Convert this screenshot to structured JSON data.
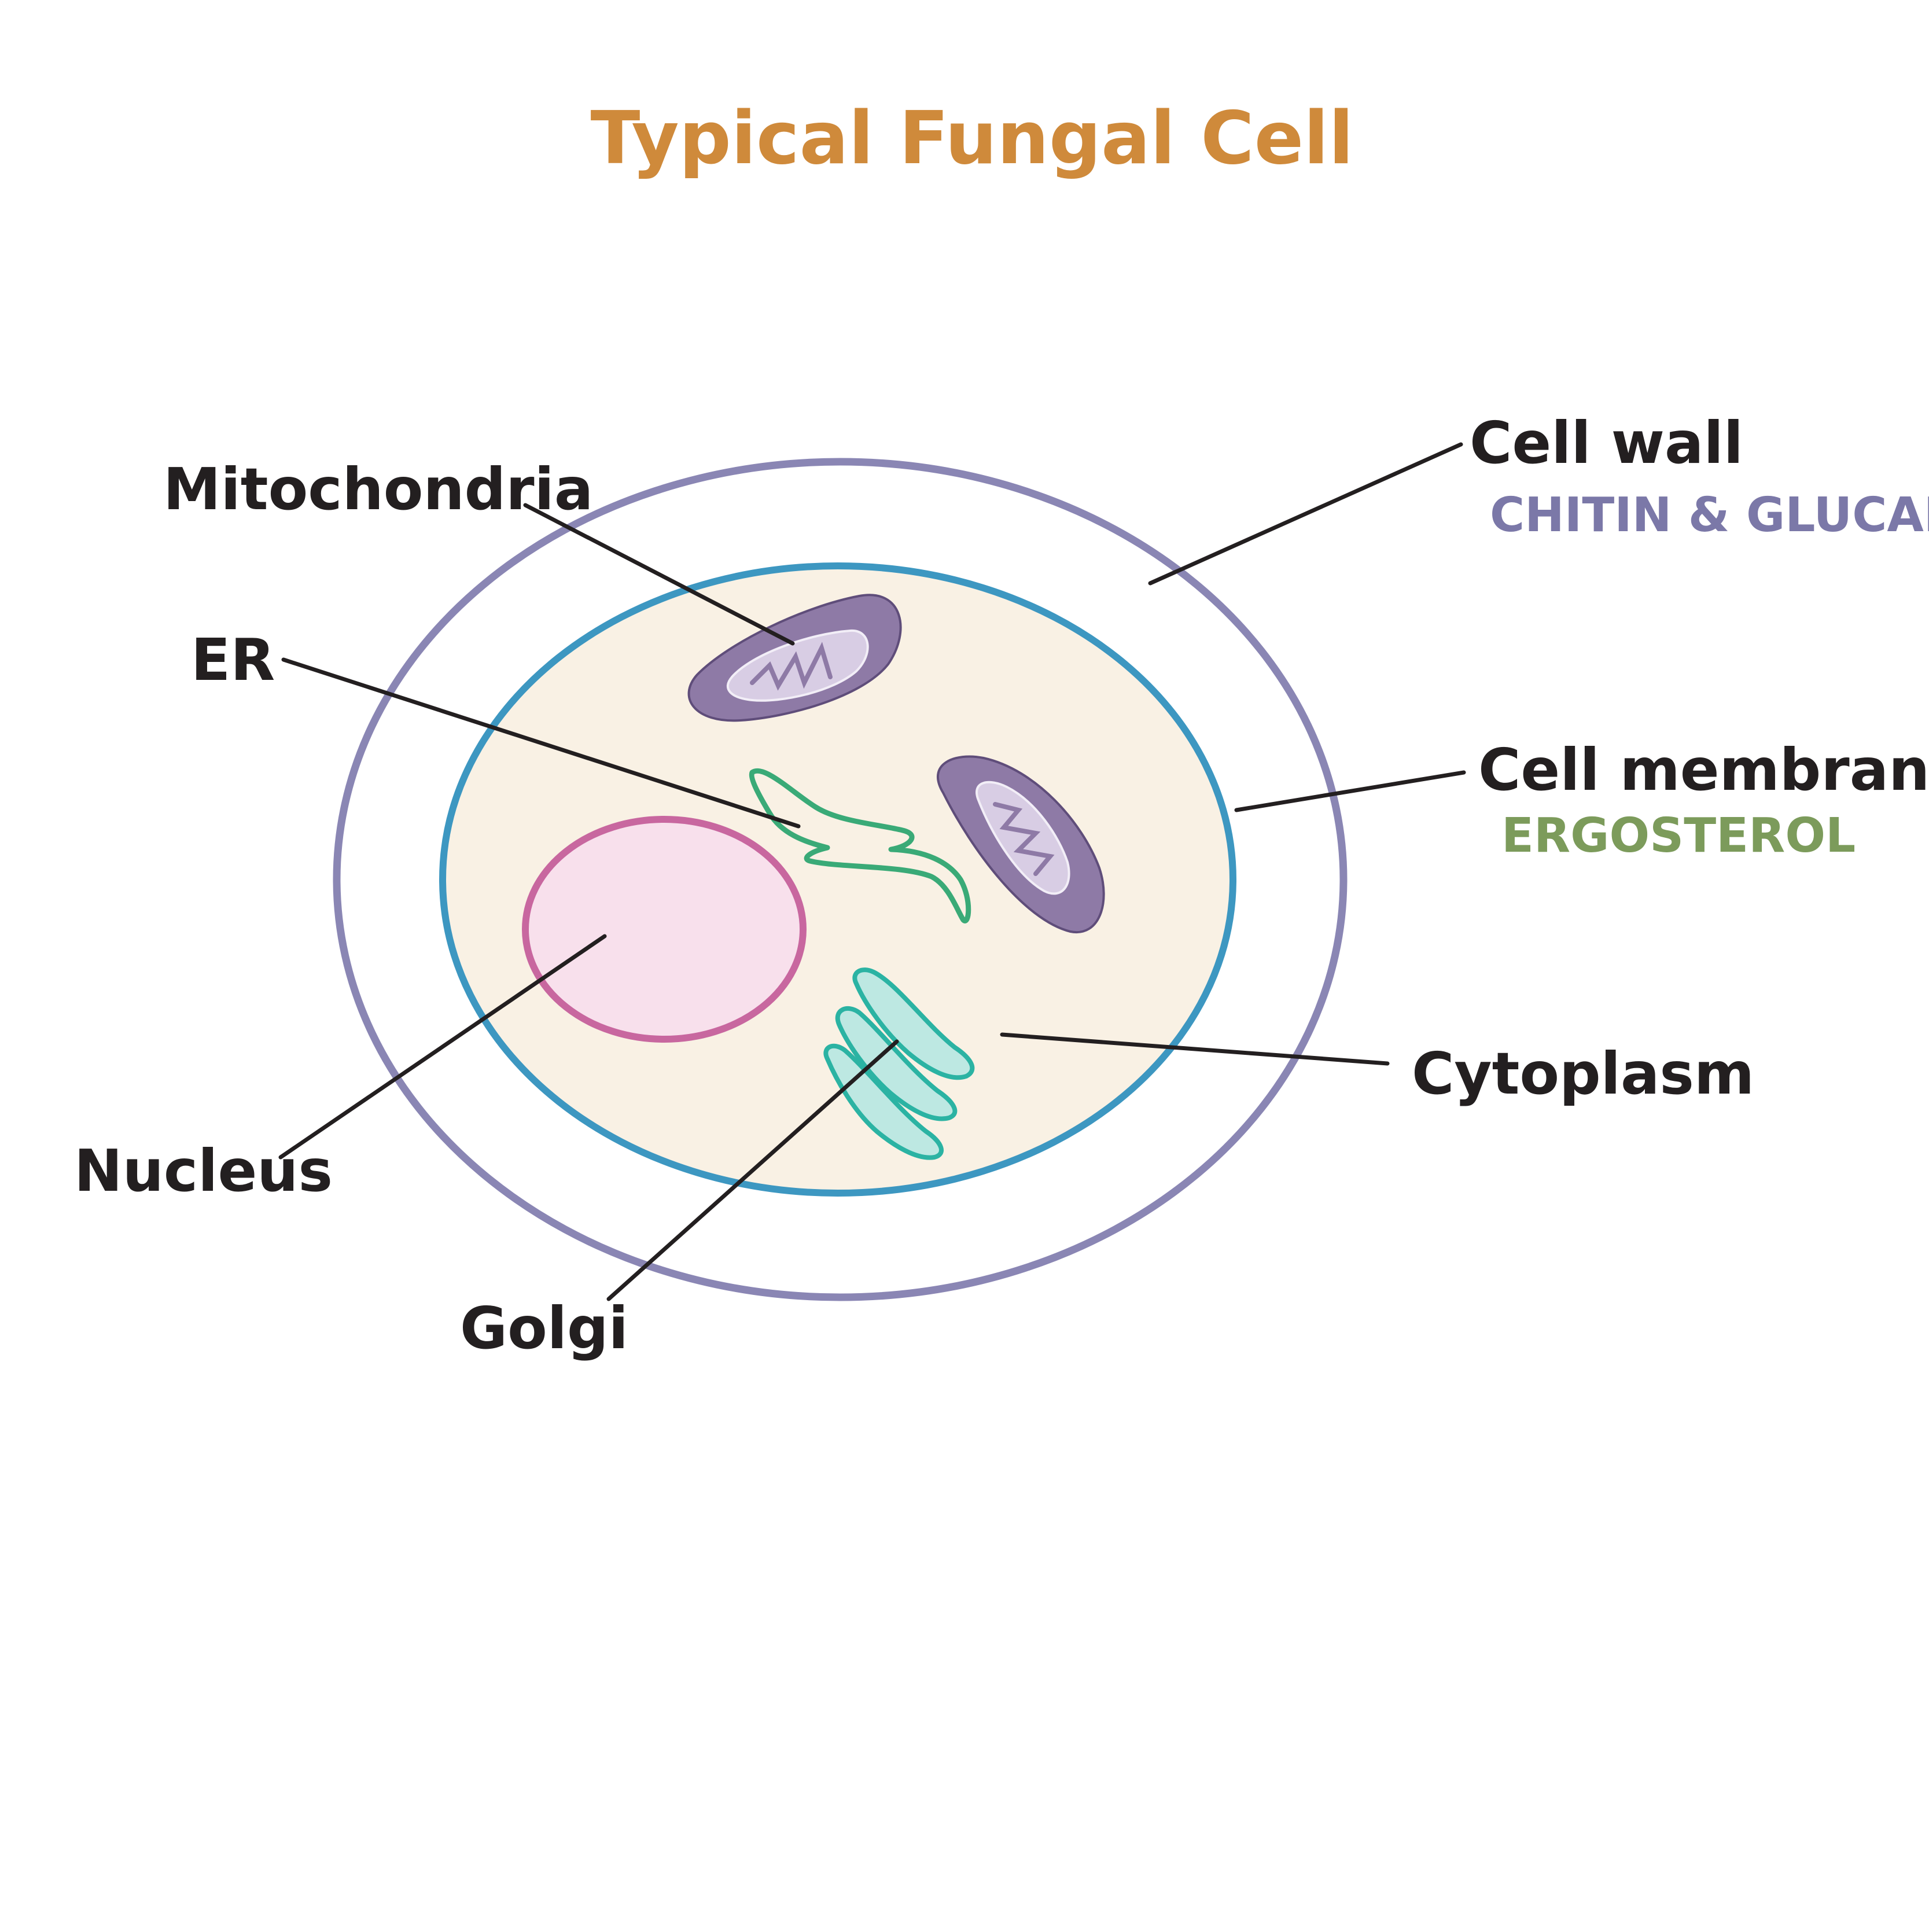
{
  "title": "Typical Fungal Cell",
  "colors": {
    "title": "#cf8a3b",
    "cell_wall": "#8a86b4",
    "cell_membrane": "#3d97c1",
    "cytoplasm": "#f9f1e4",
    "nucleus_stroke": "#c8679f",
    "nucleus_fill": "#f8e0ec",
    "mitochondria_fill": "#8e7aa6",
    "mitochondria_inner": "#d8cde4",
    "er": "#3aaa77",
    "golgi_stroke": "#2bb3a3",
    "golgi_fill": "#bde8e2",
    "chitin_glucan": "#7b78a8",
    "ergosterol": "#7c9b5b",
    "label": "#231f20"
  },
  "labels": {
    "mitochondria": "Mitochondria",
    "er": "ER",
    "nucleus": "Nucleus",
    "golgi": "Golgi",
    "cell_wall": "Cell wall",
    "chitin_glucan": "CHITIN & GLUCAN",
    "cell_membrane": "Cell membrane",
    "ergosterol": "ERGOSTEROL",
    "cytoplasm": "Cytoplasm"
  }
}
